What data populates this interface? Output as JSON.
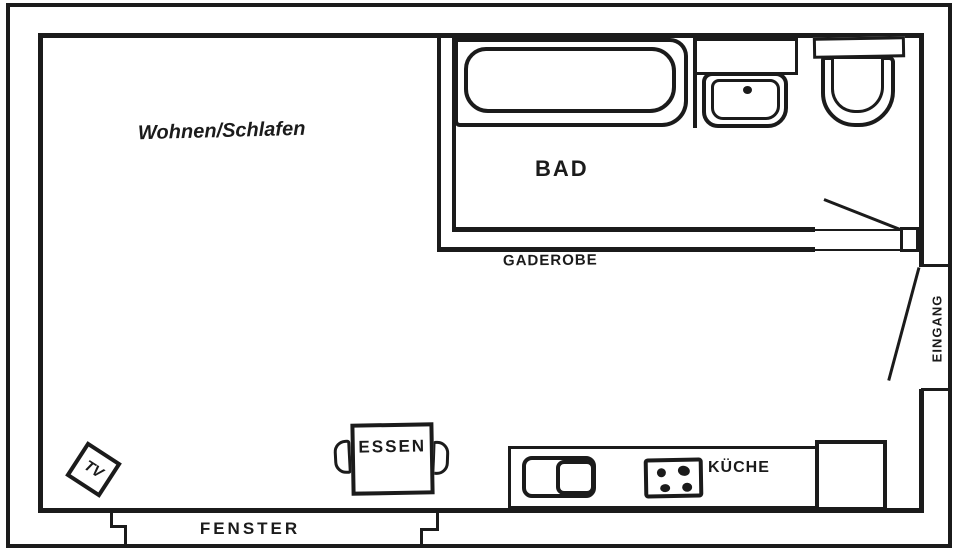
{
  "labels": {
    "living": "Wohnen/Schlafen",
    "bath": "BAD",
    "wardrobe": "GADEROBE",
    "entrance": "EINGANG",
    "dining": "ESSEN",
    "kitchen": "KÜCHE",
    "window": "FENSTER",
    "tv": "TV"
  },
  "colors": {
    "ink": "#1b1b1b",
    "paper": "#ffffff"
  }
}
